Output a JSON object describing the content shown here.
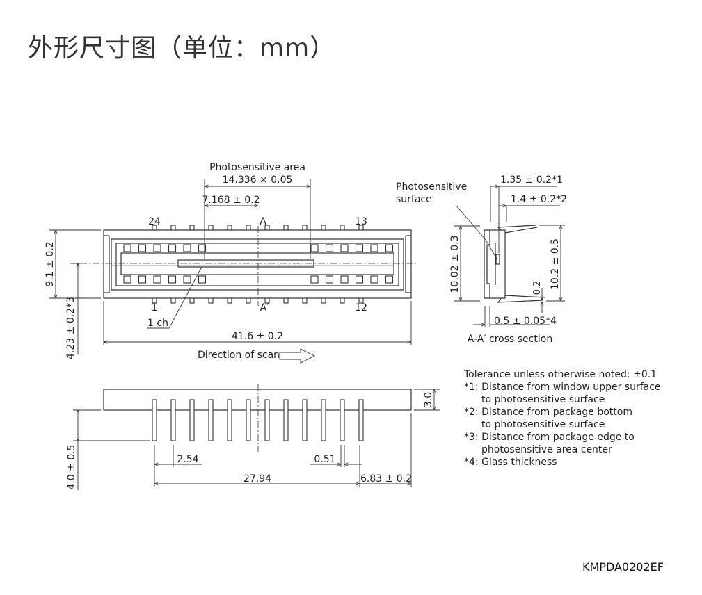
{
  "title": "外形尺寸图（单位：mm）",
  "drawing_code": "KMPDA0202EF",
  "top_view": {
    "photosensitive_area_label": "Photosensitive area",
    "photosensitive_area_dim": "14.336 × 0.05",
    "half_area_dim": "7.168 ± 0.2",
    "pin_24": "24",
    "pin_13": "13",
    "pin_1": "1",
    "pin_12": "12",
    "section_a": "A",
    "section_a_prime": "A′",
    "height_dim": "9.1 ± 0.2",
    "edge_dim": "4.23 ± 0.2*3",
    "channel_label": "1 ch",
    "width_dim": "41.6 ± 0.2",
    "scan_label": "Direction of scan"
  },
  "cross_section": {
    "surface_label_1": "Photosensitive",
    "surface_label_2": "surface",
    "dim_window": "1.35 ± 0.2*1",
    "dim_bottom": "1.4 ± 0.2*2",
    "dim_height_body": "10.02 ± 0.3",
    "dim_height_leads": "10.2 ± 0.5",
    "dim_lead": "0.2",
    "dim_glass": "0.5 ± 0.05*4",
    "caption": "A-A′ cross section"
  },
  "side_view": {
    "dim_thickness": "3.0",
    "dim_lead_length": "4.0 ± 0.5",
    "dim_pitch": "2.54",
    "dim_lead_width": "0.51",
    "dim_span": "27.94",
    "dim_offset": "6.83 ± 0.2"
  },
  "notes": [
    "Tolerance unless otherwise noted: ±0.1",
    "*1: Distance from window upper surface",
    "to photosensitive surface",
    "*2: Distance from package bottom",
    "to photosensitive surface",
    "*3: Distance from package edge to",
    "photosensitive area center",
    "*4: Glass thickness"
  ]
}
